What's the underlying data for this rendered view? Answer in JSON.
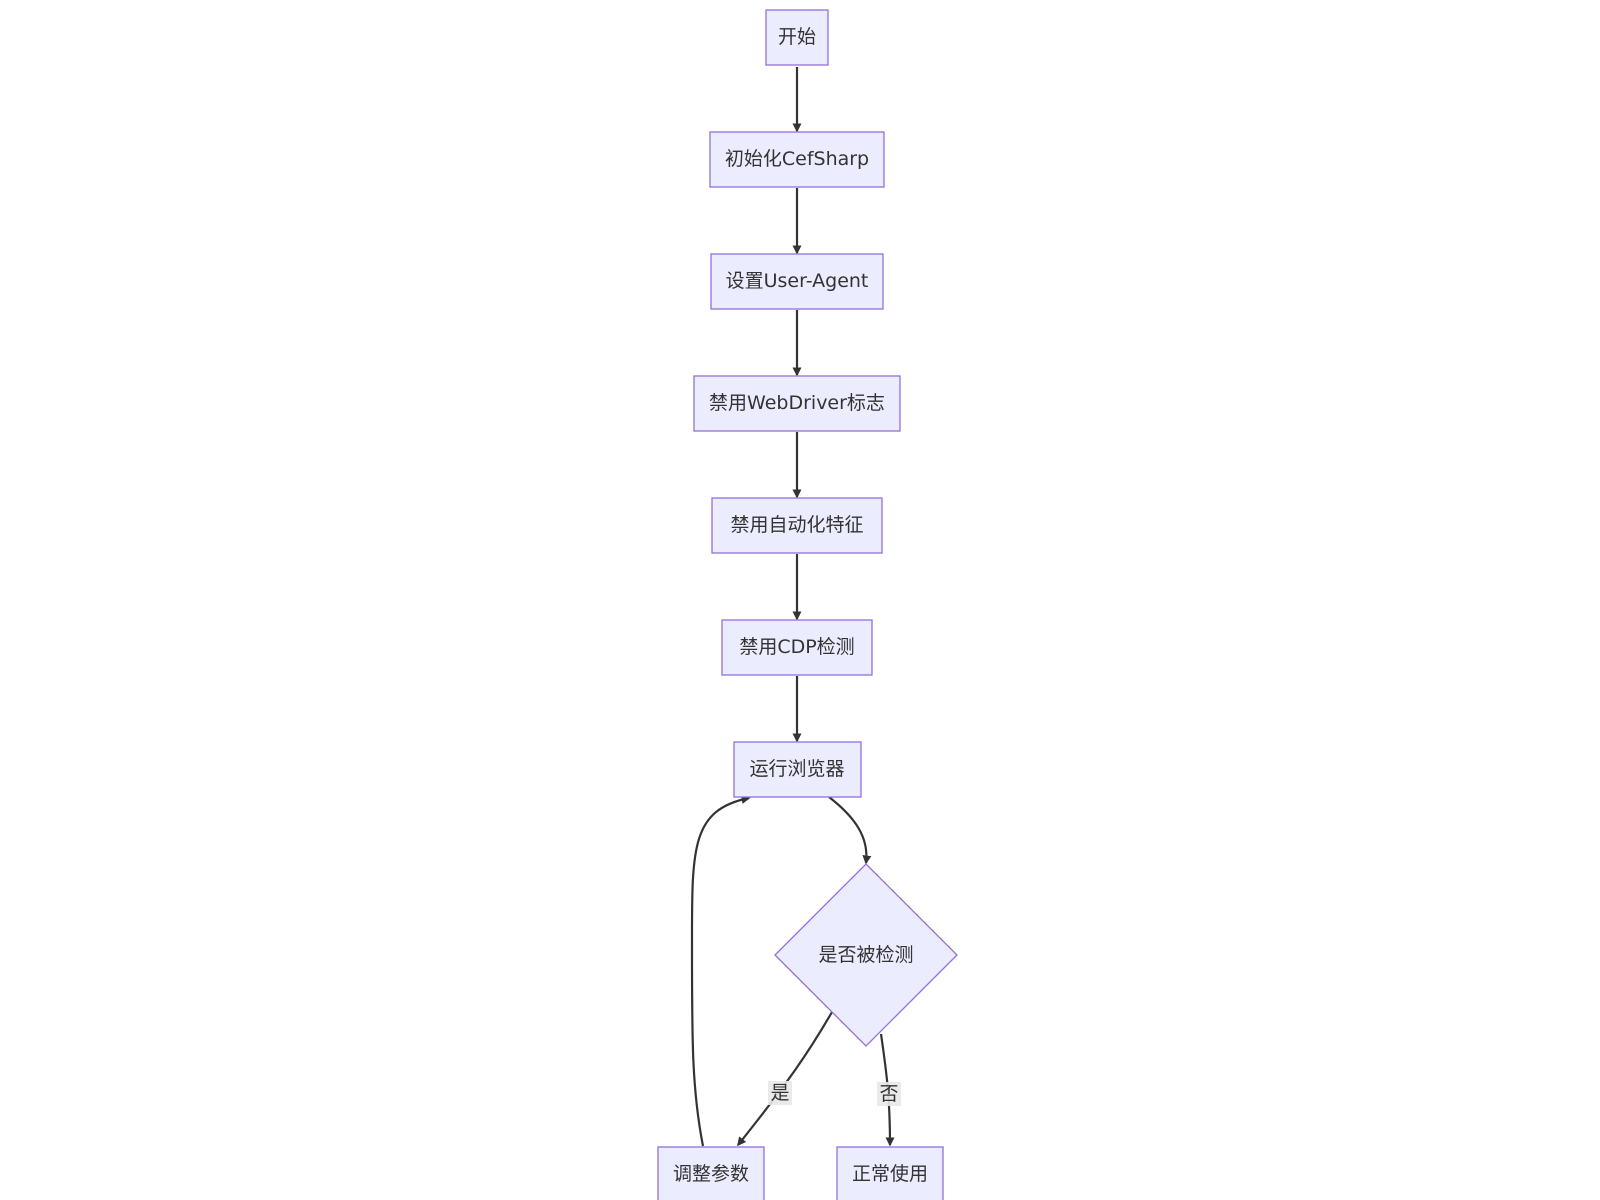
{
  "colors": {
    "node_fill": "#ececff",
    "node_stroke": "#9370db",
    "edge": "#333333",
    "text": "#333333",
    "edge_label_bg": "#e8e8e8"
  },
  "nodes": {
    "start": "开始",
    "init_cefsharp": "初始化CefSharp",
    "set_user_agent": "设置User-Agent",
    "disable_webdriver": "禁用WebDriver标志",
    "disable_automation": "禁用自动化特征",
    "disable_cdp": "禁用CDP检测",
    "run_browser": "运行浏览器",
    "detected": "是否被检测",
    "adjust_params": "调整参数",
    "normal_use": "正常使用"
  },
  "edges": [
    {
      "from": "start",
      "to": "init_cefsharp",
      "label": ""
    },
    {
      "from": "init_cefsharp",
      "to": "set_user_agent",
      "label": ""
    },
    {
      "from": "set_user_agent",
      "to": "disable_webdriver",
      "label": ""
    },
    {
      "from": "disable_webdriver",
      "to": "disable_automation",
      "label": ""
    },
    {
      "from": "disable_automation",
      "to": "disable_cdp",
      "label": ""
    },
    {
      "from": "disable_cdp",
      "to": "run_browser",
      "label": ""
    },
    {
      "from": "run_browser",
      "to": "detected",
      "label": ""
    },
    {
      "from": "detected",
      "to": "adjust_params",
      "label": "是"
    },
    {
      "from": "detected",
      "to": "normal_use",
      "label": "否"
    },
    {
      "from": "adjust_params",
      "to": "run_browser",
      "label": ""
    }
  ]
}
